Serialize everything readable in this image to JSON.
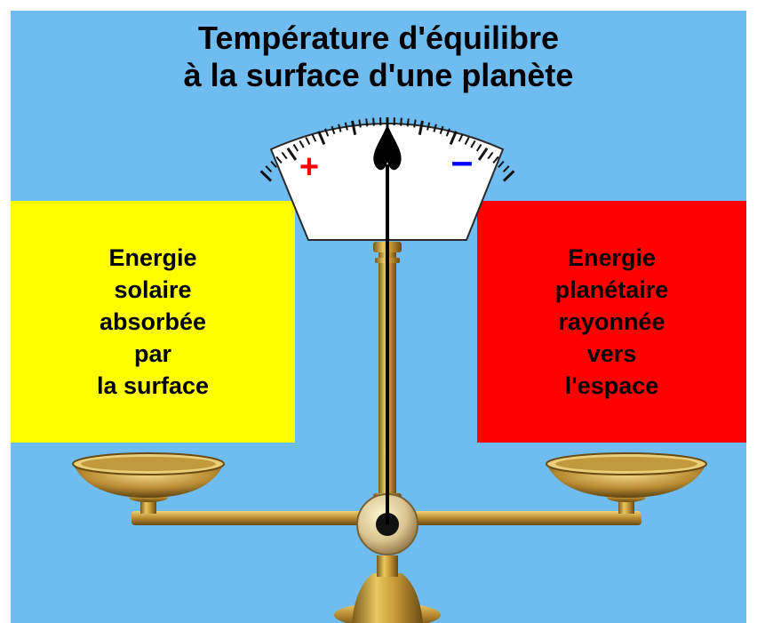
{
  "title": {
    "line1": "Température d'équilibre",
    "line2": "à la surface d'une planète"
  },
  "left_panel": {
    "text": "Energie\nsolaire\nabsorbée\npar\nla surface",
    "color": "#ffff00"
  },
  "right_panel": {
    "text": "Energie\nplanétaire\nrayonnée\nvers\nl'espace",
    "color": "#ff0000"
  },
  "gauge": {
    "plus_symbol": "+",
    "minus_symbol": "–",
    "plus_color": "#ff0000",
    "minus_color": "#0000ff"
  },
  "colors": {
    "background": "#6ebcf0",
    "brass": "#c8a040"
  }
}
